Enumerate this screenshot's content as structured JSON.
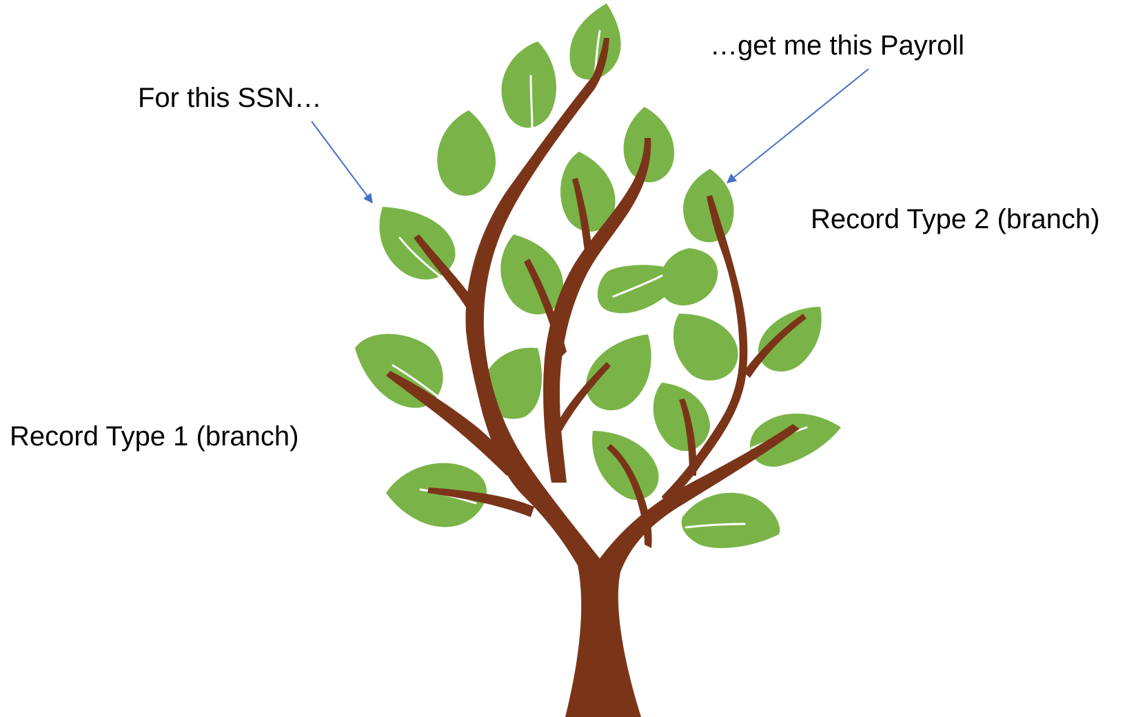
{
  "labels": {
    "for_this_ssn": "For this SSN…",
    "get_me_this_payroll": "…get me this Payroll",
    "record_type_2": "Record Type 2 (branch)",
    "record_type_1": "Record Type 1 (branch)"
  },
  "colors": {
    "trunk": "#7a3519",
    "leaf": "#7ab448",
    "leaf_vein": "#ffffff",
    "arrow": "#4472c4",
    "text": "#000000",
    "background": "#ffffff"
  },
  "icons": {
    "tree": "tree-illustration",
    "arrow_ssn": "arrow-to-leaf-icon",
    "arrow_payroll": "arrow-to-leaf-icon"
  }
}
